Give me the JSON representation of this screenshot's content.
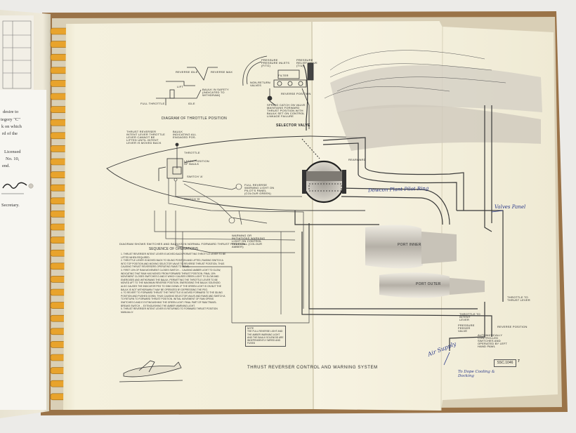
{
  "colors": {
    "background": "#ececea",
    "paper": "#f3efd9",
    "binding_rings": "#e8a32c",
    "ink": "#3a3a3a",
    "handwriting": "#2b3a8a"
  },
  "left_document": {
    "lines": [
      "desire to",
      "tegory \"C\"",
      "k on which",
      "rd of the",
      "Licensed",
      "No. 10,",
      "end.",
      "Secretary."
    ]
  },
  "diagram": {
    "throttle_diagram": {
      "title": "DIAGRAM OF THROTTLE POSITION",
      "labels": [
        "REVERSE IDLE",
        "REVERSE MAX",
        "LIFT",
        "FULL THROTTLE",
        "IDLE",
        "BAULK IN SAFETY (INDICATED TO WITHDRAW)"
      ]
    },
    "selector_valve": {
      "title": "SELECTOR VALVE",
      "labels": [
        "PRESSURE PRESSURE INLETS (F/TG)",
        "PRESSURE RELIEF VALVE (T/U)",
        "FILTER",
        "NON-RETURN VALVES",
        "REVERSE POSITION",
        "SPRING CATCH ON VALVE MAINTAINS FORWARD THRUST POSITION WITH BAULK SET ON CONTROL LINKAGE FAILURE"
      ]
    },
    "lever_labels": [
      "THRUST REVERSER INTENT LEVER THROTTLE LEVER CANNOT BE LIFTED UNTIL INTENT LEVER IS MOVED BACK",
      "BAULK INDICATING ALL ENGAGED POS.",
      "THROTTLE",
      "LATCH POSITION OF BAULK",
      "SWITCH 'A'",
      "SWITCH 'B'",
      "FULL REVERSE WARNING LIGHT ON PILOT'S PANEL (COLOUR GREEN)",
      "WARNING OR INITIATIONS WARNING LIGHT ON CONTROL PEDESTAL (COLOUR AMBER)",
      "REARWARD"
    ],
    "engine_labels": [
      "PORT INNER",
      "PORT OUTER"
    ],
    "right_labels": [
      "THROTTLE TO THRUST LEVER",
      "REVERSE POSITION",
      "THROTTLE TO INTENT LEVER",
      "PRESSURE FEEDER VALVE",
      "AUTOMATICALLY CONTROLLED SWITCHES AND OPERATED BY LEFT HAND PAWL"
    ],
    "shows_switches_caption": "DIAGRAM SHOWS SWITCHES AND BAULKS IN NORMAL FORWARD THRUST POSITION",
    "sequence": {
      "title": "SEQUENCE OF OPERATIONS",
      "items": [
        "1. THRUST REVERSER INTENT LEVER IS MOVED BACK PERMITTING THROTTLE LEVER TO BE LIFTED WHEN REQUIRED.",
        "2. THROTTLE LEVER IS MOVED BACK TO IDLING POSITION AND LIFTED, RAISING SWITCH A INTO TOP POSITION AND MOVING SELECTOR VALVE TO REVERSE THRUST POSITION, THUS CAUSING THRUST REVERSERS OPERATING RAMS TO MOVE.",
        "3. FIRST 10% OF RAM MOVEMENT CLOSES SWITCH ... CAUSING AMBER LIGHT TO GLOW, INDICATING THAT RAM HAS MOVED FROM FORWARD THRUST POSITION. FINAL 10% MOVEMENT CLOSES SWITCHES D AND E WHICH CAUSES GREEN LIGHT TO GLOW AND ENERGISES AND WITHDRAWS THE BAULK, PERMITTING THE THROTTLE LEVER TO BE MOVED AFT TO THE MAXIMUM REVERSE POSITION. ENERGISING THE BAULK SOLENOID ALSO CAUSES THE INDICATOR PEG TO SINK DOWN. IF THE GREEN LIGHT IS ON BUT THE BAULK IS NOT WITHDRAWN IT MAY BE OPERATED BY DEPRESSING THE PEG.",
        "4. TO REVERT TO FORWARD THRUST THE THROTTLE IS MOVED FORWARD TO THE IDLING POSITION AND PUSHED DOWN, THUS CAUSING SELECTOR VALVE AND RAMS AND SWITCH A TO RETURN TO FORWARD THRUST POSITION. INITIAL MOVEMENT OF RAM OPENS SWITCHES D AND E EXTINGUISHING THE GREEN LIGHT. FINAL PART OF RAM TRAVEL BREAKS SWITCH ... EXTINGUISHING THE AMBER WARNING LIGHT.",
        "5. THRUST REVERSER INTENT LEVER IS RETURNED TO FORWARD THRUST POSITION MANUALLY."
      ]
    },
    "note": {
      "title": "NOTE",
      "text": "THE FULL REVERSE LIGHT AND THE AMBER WARNING LIGHT AND THE BAULK SOLENOID ARE INDEPENDENTLY WIRED AND FUSED"
    },
    "main_title": "THRUST REVERSER CONTROL AND WARNING SYSTEM",
    "reference_number": "SSC.1046",
    "sheet_number": "7"
  },
  "handwriting": {
    "pipe_note": "Dowcon Plant Pilot Ring",
    "valve_note": "Valves Panel",
    "air_supply": "Air Supply",
    "to_chamber": "To Dope Cooling & Docking"
  }
}
